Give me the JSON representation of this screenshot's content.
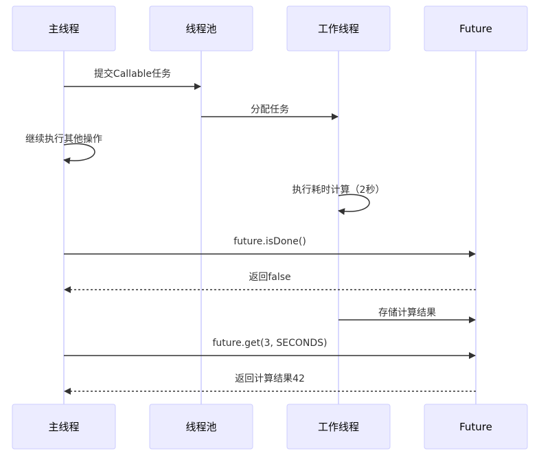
{
  "actors": [
    {
      "id": "main",
      "label": "主线程"
    },
    {
      "id": "pool",
      "label": "线程池"
    },
    {
      "id": "worker",
      "label": "工作线程"
    },
    {
      "id": "future",
      "label": "Future"
    }
  ],
  "messages": [
    {
      "from": 0,
      "to": 1,
      "label": "提交Callable任务",
      "style": "solid"
    },
    {
      "from": 1,
      "to": 2,
      "label": "分配任务",
      "style": "solid"
    },
    {
      "from": 0,
      "to": 0,
      "label": "继续执行其他操作",
      "style": "solid"
    },
    {
      "from": 2,
      "to": 2,
      "label": "执行耗时计算（2秒）",
      "style": "solid"
    },
    {
      "from": 0,
      "to": 3,
      "label": "future.isDone()",
      "style": "solid"
    },
    {
      "from": 3,
      "to": 0,
      "label": "返回false",
      "style": "dotted"
    },
    {
      "from": 2,
      "to": 3,
      "label": "存储计算结果",
      "style": "solid"
    },
    {
      "from": 0,
      "to": 3,
      "label": "future.get(3, SECONDS)",
      "style": "solid"
    },
    {
      "from": 3,
      "to": 0,
      "label": "返回计算结果42",
      "style": "dotted"
    }
  ]
}
